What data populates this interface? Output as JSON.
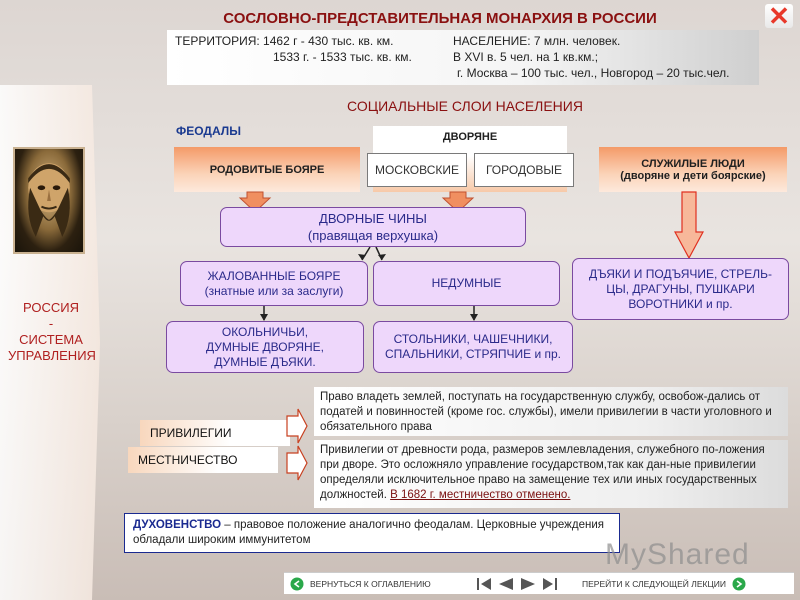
{
  "header": {
    "title": "СОСЛОВНО-ПРЕДСТАВИТЕЛЬНАЯ МОНАРХИЯ В РОССИИ",
    "close_glyph": "✕"
  },
  "info": {
    "territory_label": "ТЕРРИТОРИЯ: 1462 г -    430 тыс. кв. км.",
    "population_label": "НАСЕЛЕНИЕ: 7 млн. человек.",
    "territory_1533": "1533 г. - 1533 тыс. кв. км.",
    "population_16c": "В XVI в. 5 чел. на 1 кв.км.;",
    "population_cities": "г. Москва – 100 тыс. чел.,  Новгород – 20 тыс.чел."
  },
  "sidebar": {
    "line1": "РОССИЯ",
    "line2": "-",
    "line3": "СИСТЕМА",
    "line4": "УПРАВЛЕНИЯ"
  },
  "diagram": {
    "subtitle": "СОЦИАЛЬНЫЕ СЛОИ НАСЕЛЕНИЯ",
    "feodaly": "ФЕОДАЛЫ",
    "boyare": "РОДОВИТЫЕ БОЯРЕ",
    "dvoryane": "ДВОРЯНЕ",
    "moskovskie": "МОСКОВСКИЕ",
    "gorodovye": "ГОРОДОВЫЕ",
    "sluzhilye_1": "СЛУЖИЛЫЕ ЛЮДИ",
    "sluzhilye_2": "(дворяне и дети боярские)",
    "dvornye_1": "ДВОРНЫЕ ЧИНЫ",
    "dvornye_2": "(правящая верхушка)",
    "zhalovannye_1": "ЖАЛОВАННЫЕ БОЯРЕ",
    "zhalovannye_2": "(знатные или за заслуги)",
    "nedumnye": "НЕДУМНЫЕ",
    "dyaki_1": "ДЪЯКИ И ПОДЪЯЧИЕ, СТРЕЛЬ-",
    "dyaki_2": "ЦЫ, ДРАГУНЫ, ПУШКАРИ",
    "dyaki_3": "ВОРОТНИКИ и пр.",
    "okolnichi_1": "ОКОЛЬНИЧЬИ,",
    "okolnichi_2": "ДУМНЫЕ ДВОРЯНЕ,",
    "okolnichi_3": "ДУМНЫЕ ДЪЯКИ.",
    "stolniki_1": "СТОЛЬНИКИ, ЧАШЕЧНИКИ,",
    "stolniki_2": "СПАЛЬНИКИ, СТРЯПЧИЕ и пр."
  },
  "privileges": {
    "label": "ПРИВИЛЕГИИ",
    "text": "Право владеть землей, поступать на государственную службу,  освобож-дались от податей и повинностей (кроме гос. службы),  имели привилегии в части уголовного и обязательного права"
  },
  "mestnichestvo": {
    "label": "МЕСТНИЧЕСТВО",
    "text": "Привилегии от древности рода, размеров землевладения, служебного по-ложения при дворе. Это осложняло управление государством,так как дан-ные привилегии определяли исключительное  право  на  замещение  тех или иных государственных должностей. ",
    "underlined": "В 1682 г. местничество  отменено."
  },
  "clergy": {
    "bold": "ДУХОВЕНСТВО",
    "text": " – правовое положение аналогично феодалам. Церковные учреждения обладали широким иммунитетом"
  },
  "footer": {
    "back_label": "ВЕРНУТЬСЯ К  ОГЛАВЛЕНИЮ",
    "next_label": "ПЕРЕЙТИ К СЛЕДУЮЩЕЙ ЛЕКЦИИ",
    "watermark": "MyShared"
  }
}
